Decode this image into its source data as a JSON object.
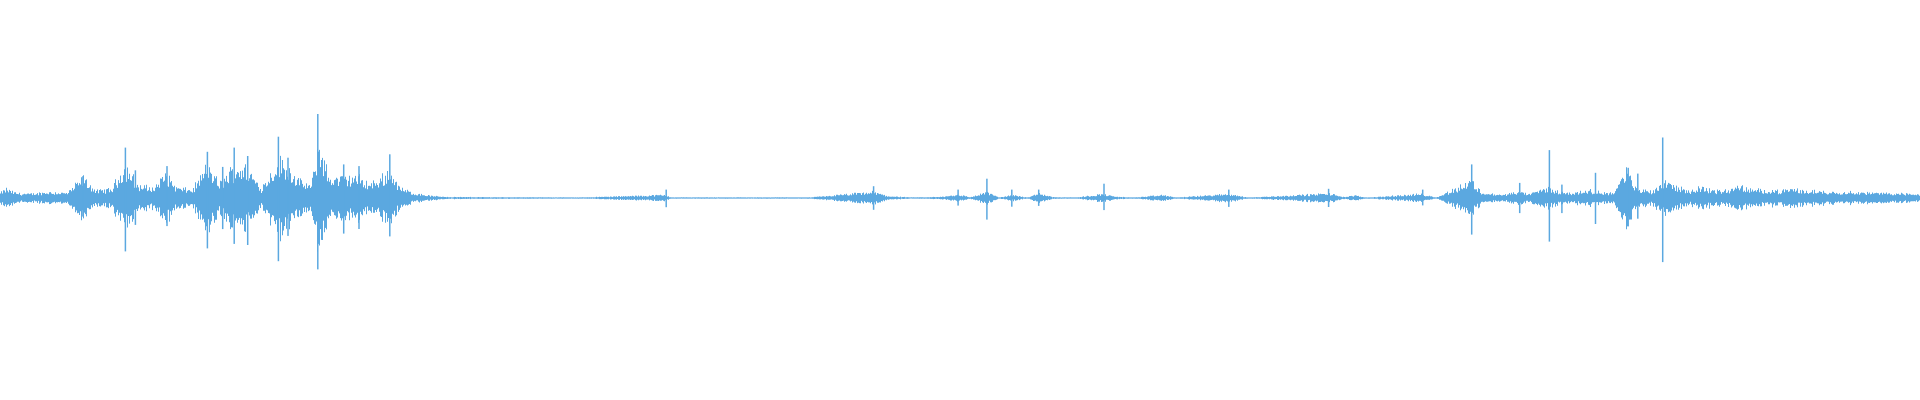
{
  "waveform": {
    "color": "#5ba8e0",
    "background": "#ffffff",
    "envelope": [
      [
        0.0,
        0.05
      ],
      [
        0.003,
        0.09
      ],
      [
        0.008,
        0.05
      ],
      [
        0.015,
        0.04
      ],
      [
        0.025,
        0.06
      ],
      [
        0.035,
        0.05
      ],
      [
        0.043,
        0.2
      ],
      [
        0.05,
        0.07
      ],
      [
        0.058,
        0.09
      ],
      [
        0.065,
        0.33
      ],
      [
        0.072,
        0.12
      ],
      [
        0.08,
        0.1
      ],
      [
        0.086,
        0.24
      ],
      [
        0.092,
        0.1
      ],
      [
        0.1,
        0.08
      ],
      [
        0.108,
        0.32
      ],
      [
        0.114,
        0.14
      ],
      [
        0.122,
        0.31
      ],
      [
        0.128,
        0.3
      ],
      [
        0.136,
        0.1
      ],
      [
        0.145,
        0.37
      ],
      [
        0.15,
        0.3
      ],
      [
        0.156,
        0.16
      ],
      [
        0.162,
        0.12
      ],
      [
        0.166,
        0.56
      ],
      [
        0.171,
        0.2
      ],
      [
        0.178,
        0.2
      ],
      [
        0.186,
        0.21
      ],
      [
        0.192,
        0.14
      ],
      [
        0.196,
        0.16
      ],
      [
        0.203,
        0.28
      ],
      [
        0.208,
        0.1
      ],
      [
        0.215,
        0.05
      ],
      [
        0.225,
        0.02
      ],
      [
        0.235,
        0.01
      ],
      [
        0.262,
        0.008
      ],
      [
        0.3,
        0.004
      ],
      [
        0.346,
        0.03
      ],
      [
        0.35,
        0.004
      ],
      [
        0.42,
        0.003
      ],
      [
        0.455,
        0.06
      ],
      [
        0.462,
        0.02
      ],
      [
        0.475,
        0.004
      ],
      [
        0.49,
        0.012
      ],
      [
        0.499,
        0.035
      ],
      [
        0.505,
        0.008
      ],
      [
        0.514,
        0.06
      ],
      [
        0.52,
        0.005
      ],
      [
        0.528,
        0.03
      ],
      [
        0.535,
        0.004
      ],
      [
        0.541,
        0.05
      ],
      [
        0.548,
        0.01
      ],
      [
        0.56,
        0.004
      ],
      [
        0.574,
        0.04
      ],
      [
        0.58,
        0.015
      ],
      [
        0.59,
        0.004
      ],
      [
        0.606,
        0.03
      ],
      [
        0.612,
        0.004
      ],
      [
        0.64,
        0.04
      ],
      [
        0.65,
        0.004
      ],
      [
        0.692,
        0.045
      ],
      [
        0.7,
        0.01
      ],
      [
        0.705,
        0.025
      ],
      [
        0.712,
        0.004
      ],
      [
        0.74,
        0.04
      ],
      [
        0.748,
        0.005
      ],
      [
        0.766,
        0.17
      ],
      [
        0.772,
        0.05
      ],
      [
        0.782,
        0.03
      ],
      [
        0.79,
        0.06
      ],
      [
        0.796,
        0.04
      ],
      [
        0.806,
        0.1
      ],
      [
        0.812,
        0.06
      ],
      [
        0.82,
        0.05
      ],
      [
        0.826,
        0.08
      ],
      [
        0.832,
        0.06
      ],
      [
        0.84,
        0.05
      ],
      [
        0.847,
        0.27
      ],
      [
        0.852,
        0.09
      ],
      [
        0.86,
        0.07
      ],
      [
        0.868,
        0.18
      ],
      [
        0.874,
        0.1
      ],
      [
        0.88,
        0.07
      ],
      [
        0.886,
        0.11
      ],
      [
        0.893,
        0.07
      ],
      [
        0.9,
        0.08
      ],
      [
        0.906,
        0.12
      ],
      [
        0.912,
        0.08
      ],
      [
        0.92,
        0.08
      ],
      [
        0.928,
        0.07
      ],
      [
        0.934,
        0.09
      ],
      [
        0.94,
        0.07
      ],
      [
        0.946,
        0.07
      ],
      [
        0.955,
        0.06
      ],
      [
        0.965,
        0.06
      ],
      [
        0.975,
        0.05
      ],
      [
        0.985,
        0.05
      ],
      [
        0.995,
        0.04
      ],
      [
        1.0,
        0.04
      ]
    ],
    "spikes": [
      [
        0.0432,
        0.26
      ],
      [
        0.0653,
        0.6
      ],
      [
        0.0705,
        0.33
      ],
      [
        0.087,
        0.38
      ],
      [
        0.108,
        0.55
      ],
      [
        0.116,
        0.37
      ],
      [
        0.122,
        0.6
      ],
      [
        0.129,
        0.5
      ],
      [
        0.145,
        0.73
      ],
      [
        0.15,
        0.48
      ],
      [
        0.1655,
        1.0
      ],
      [
        0.179,
        0.4
      ],
      [
        0.187,
        0.38
      ],
      [
        0.203,
        0.52
      ],
      [
        0.347,
        0.1
      ],
      [
        0.455,
        0.14
      ],
      [
        0.499,
        0.1
      ],
      [
        0.514,
        0.23
      ],
      [
        0.527,
        0.1
      ],
      [
        0.541,
        0.1
      ],
      [
        0.575,
        0.17
      ],
      [
        0.64,
        0.1
      ],
      [
        0.692,
        0.11
      ],
      [
        0.741,
        0.1
      ],
      [
        0.7665,
        0.4
      ],
      [
        0.7915,
        0.18
      ],
      [
        0.807,
        0.57
      ],
      [
        0.8135,
        0.16
      ],
      [
        0.831,
        0.3
      ],
      [
        0.848,
        0.36
      ],
      [
        0.853,
        0.29
      ],
      [
        0.866,
        0.72
      ]
    ]
  }
}
